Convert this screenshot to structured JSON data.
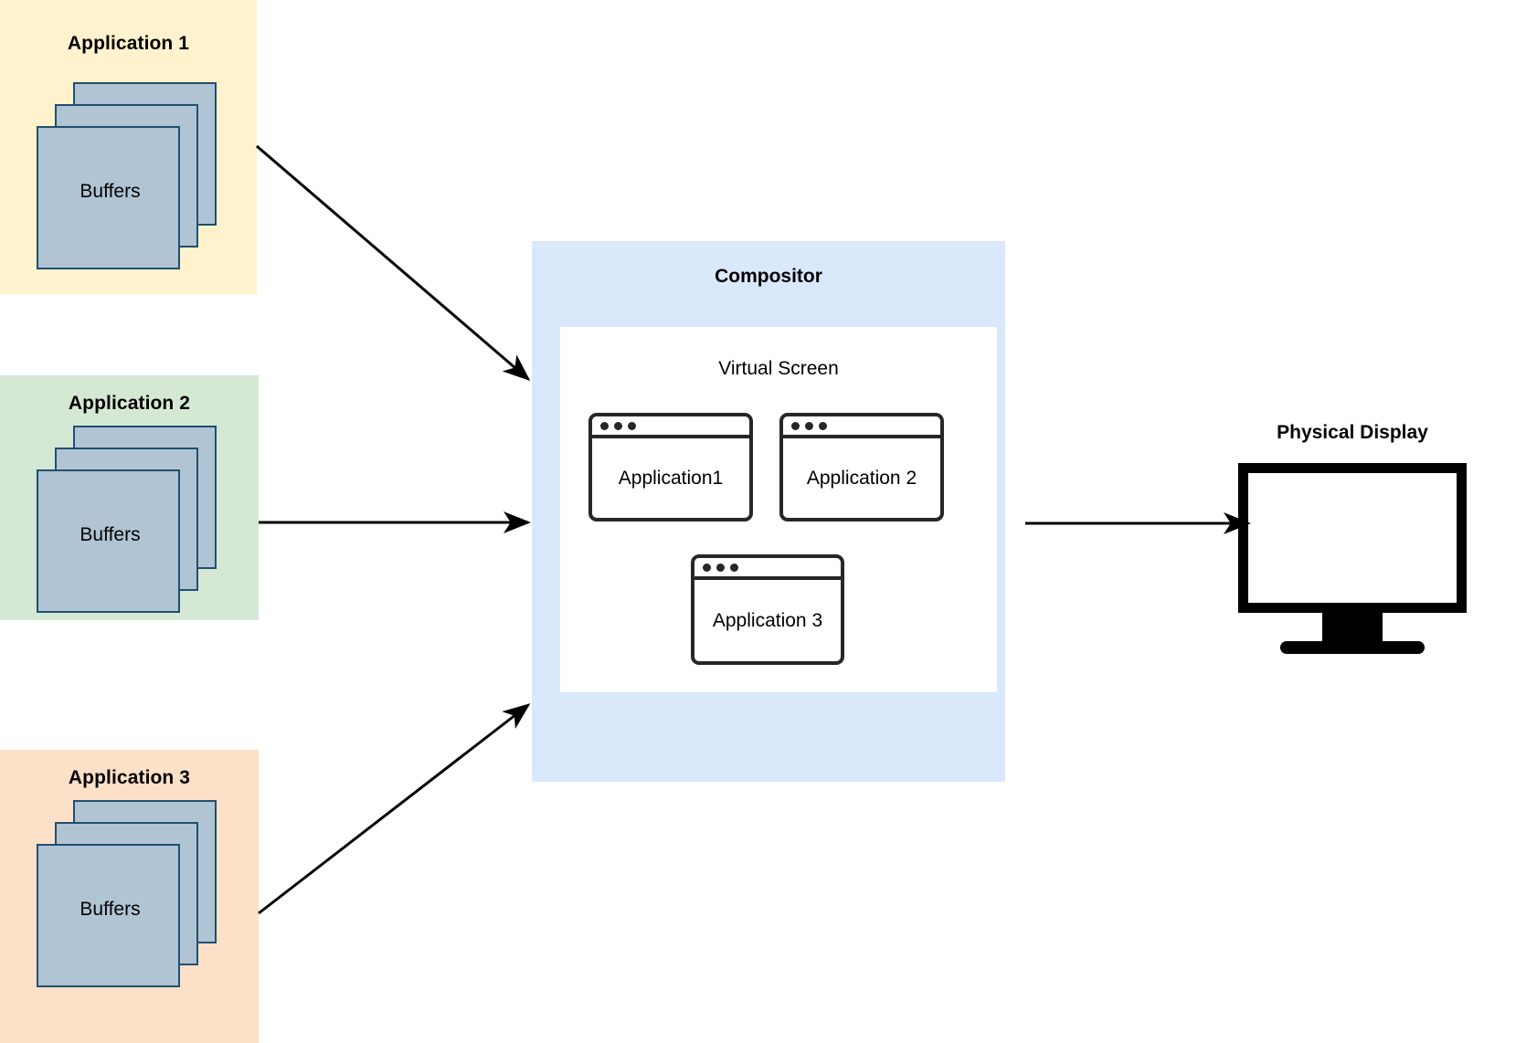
{
  "diagram": {
    "title": "Compositor architecture: application buffers composited to a virtual screen and output to a physical display",
    "colors": {
      "app1_bg": "#fff2cc",
      "app2_bg": "#d5e8d4",
      "app3_bg": "#fde0c8",
      "compositor_bg": "#dae8fc",
      "virtual_screen_bg": "#ffffff",
      "buffer_fill": "#b0c4d4",
      "buffer_stroke": "#20506e",
      "stroke": "#000000",
      "window_stroke": "#272727"
    }
  },
  "applications": [
    {
      "title": "Application 1",
      "buffers_label": "Buffers",
      "bg": "#fff2cc",
      "buffer_count": 3
    },
    {
      "title": "Application 2",
      "buffers_label": "Buffers",
      "bg": "#d5e8d4",
      "buffer_count": 3
    },
    {
      "title": "Application 3",
      "buffers_label": "Buffers",
      "bg": "#fde0c8",
      "buffer_count": 3
    }
  ],
  "compositor": {
    "title": "Compositor",
    "virtual_screen": {
      "title": "Virtual Screen",
      "windows": [
        {
          "label": "Application1",
          "dots": 3
        },
        {
          "label": "Application 2",
          "dots": 3
        },
        {
          "label": "Application 3",
          "dots": 3
        }
      ]
    }
  },
  "physical_display": {
    "title": "Physical Display",
    "screen_content": ""
  },
  "arrows": [
    {
      "name": "app1-to-compositor",
      "from": "Application 1",
      "to": "Compositor"
    },
    {
      "name": "app2-to-compositor",
      "from": "Application 2",
      "to": "Compositor"
    },
    {
      "name": "app3-to-compositor",
      "from": "Application 3",
      "to": "Compositor"
    },
    {
      "name": "compositor-to-display",
      "from": "Compositor",
      "to": "Physical Display"
    }
  ]
}
